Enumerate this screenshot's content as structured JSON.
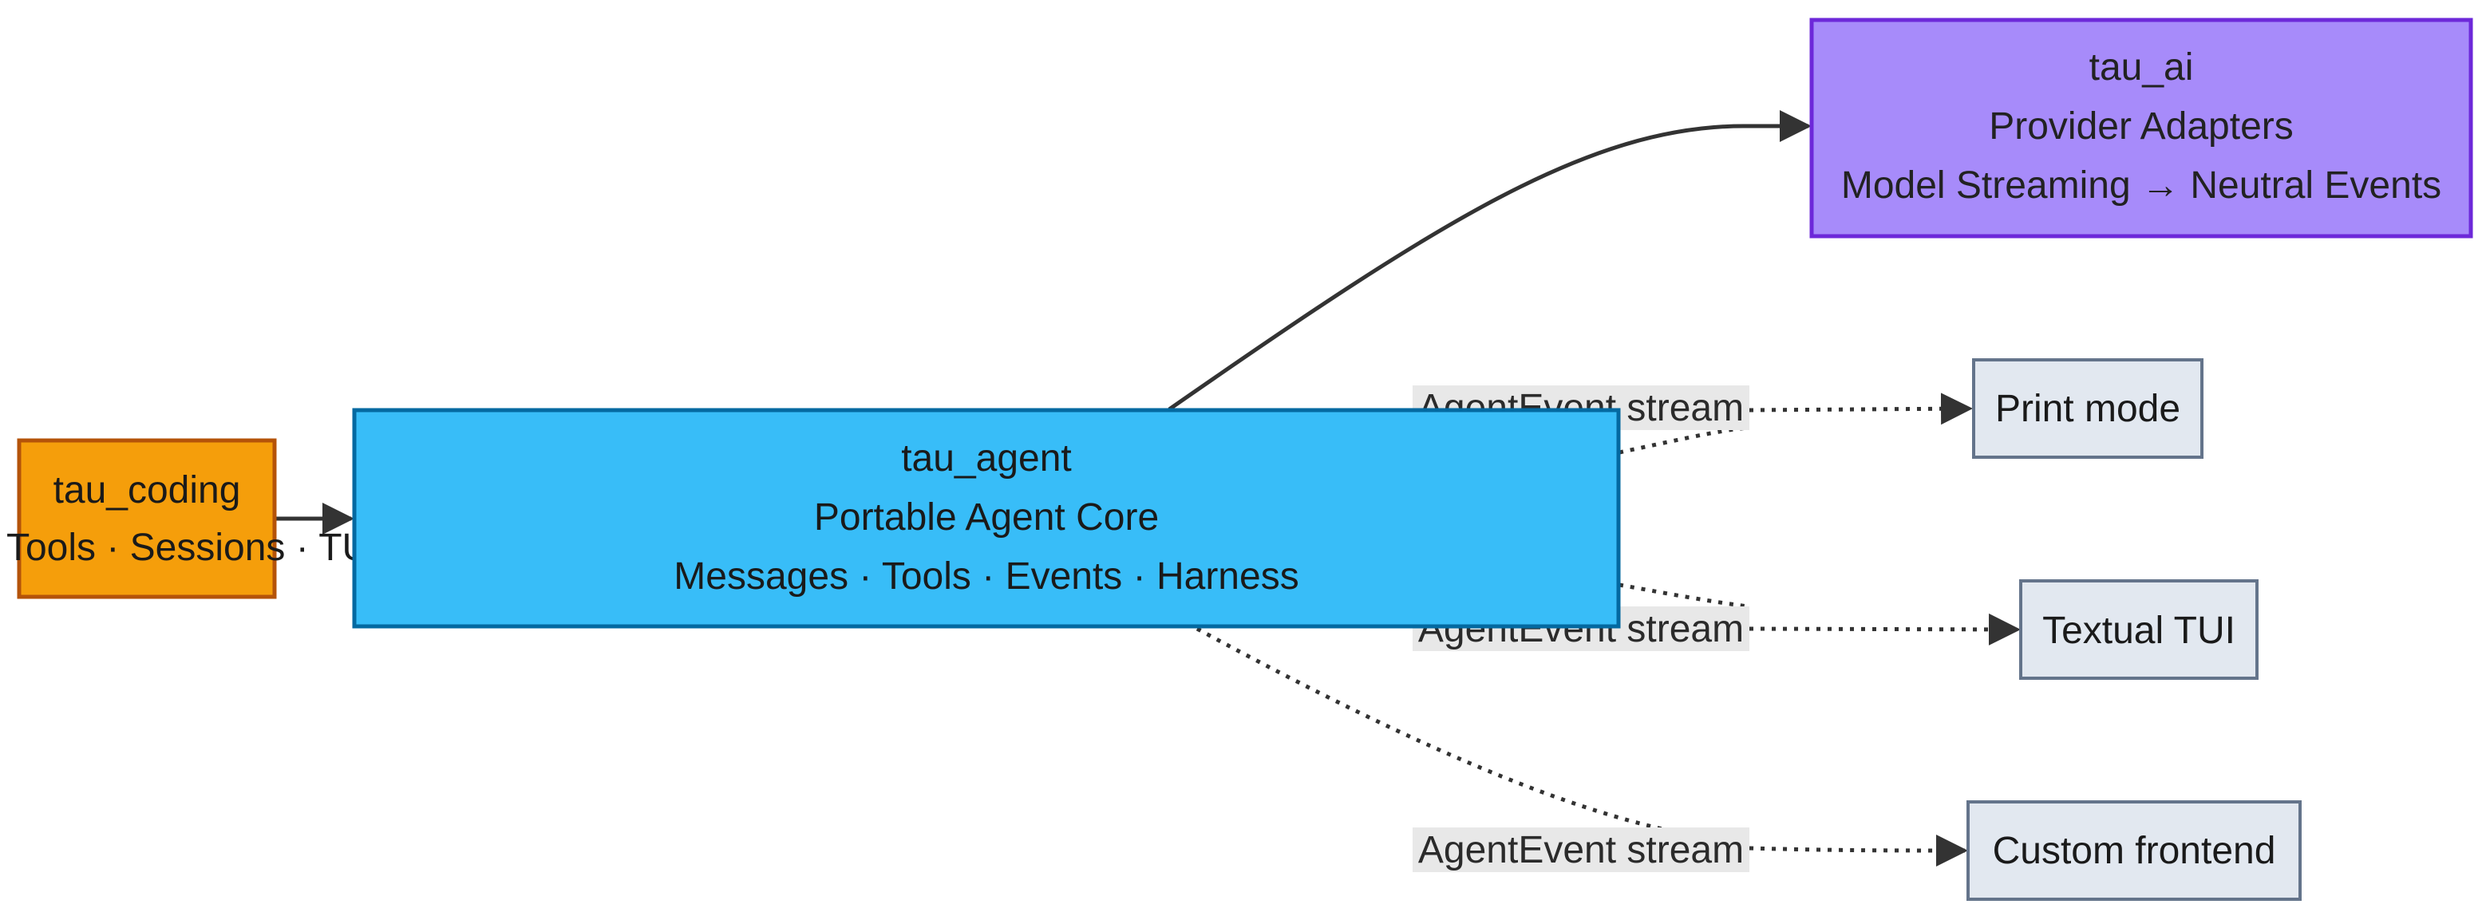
{
  "colors": {
    "tau_coding_fill": "#f59e0b",
    "tau_coding_stroke": "#b45309",
    "tau_agent_fill": "#38bdf8",
    "tau_agent_stroke": "#0369a1",
    "tau_ai_fill": "#a78bfa",
    "tau_ai_stroke": "#6d28d9",
    "frontend_fill": "#e2e8f0",
    "frontend_stroke": "#64748b",
    "edge": "#333333",
    "edge_label_bg": "#e8e8e8"
  },
  "nodes": {
    "tau_coding": {
      "title": "tau_coding",
      "subtitle": "CLI · Tools · Sessions · TUI"
    },
    "tau_agent": {
      "title": "tau_agent",
      "subtitle": "Portable Agent Core",
      "detail": "Messages · Tools · Events · Harness"
    },
    "tau_ai": {
      "title": "tau_ai",
      "subtitle": "Provider Adapters",
      "detail": "Model Streaming → Neutral Events"
    },
    "print_mode": {
      "title": "Print mode"
    },
    "textual_tui": {
      "title": "Textual TUI"
    },
    "custom_frontend": {
      "title": "Custom frontend"
    }
  },
  "edges": {
    "to_print_mode": {
      "label": "AgentEvent stream",
      "style": "dotted"
    },
    "to_textual_tui": {
      "label": "AgentEvent stream",
      "style": "dotted"
    },
    "to_custom_frontend": {
      "label": "AgentEvent stream",
      "style": "dotted"
    },
    "coding_to_agent": {
      "label": "",
      "style": "solid"
    },
    "agent_to_ai": {
      "label": "",
      "style": "solid"
    }
  }
}
